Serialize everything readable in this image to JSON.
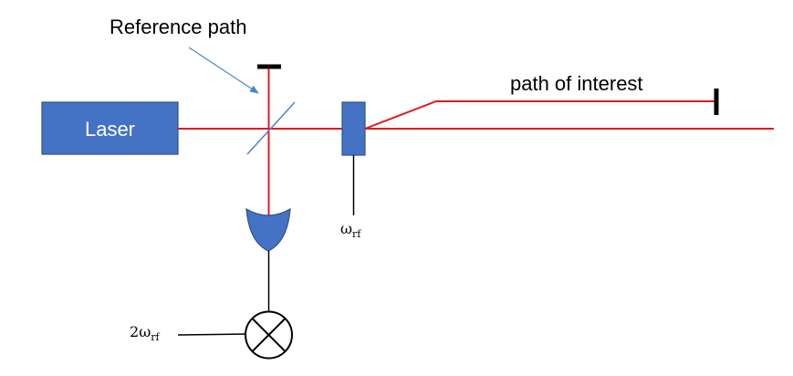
{
  "labels": {
    "reference_path": "Reference path",
    "path_of_interest": "path of interest",
    "laser": "Laser",
    "omega_rf_symbol": "ω",
    "omega_rf_subscript": "rf",
    "two_omega_rf_prefix": "2",
    "two_omega_rf_symbol": "ω",
    "two_omega_rf_subscript": "rf"
  },
  "colors": {
    "beam": "#e31a1c",
    "component_fill": "#4472c4",
    "component_stroke": "#2f528f",
    "wire": "#000000",
    "annotation_arrow": "#4a86c8"
  }
}
